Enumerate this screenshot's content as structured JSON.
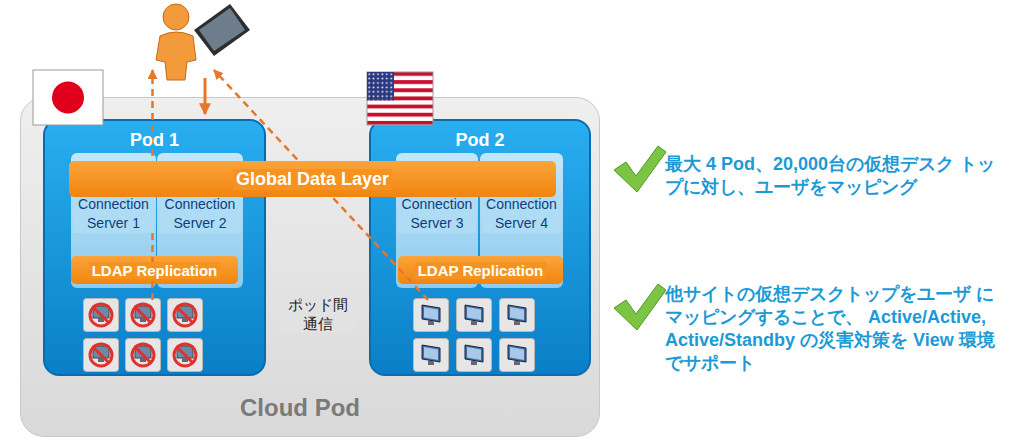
{
  "diagram": {
    "nodes": [
      {
        "text": [
          "Cloud Pod"
        ]
      },
      {
        "text": [
          "Pod 1"
        ],
        "in": 0
      },
      {
        "text": [
          "Global Data Layer"
        ],
        "in": 0
      },
      {
        "text": [
          "Connection Server 1"
        ],
        "in": 1
      },
      {
        "text": [
          "Connection Server 2"
        ],
        "in": 1
      },
      {
        "text": [
          "LDAP Replication"
        ],
        "in": 1
      },
      {
        "text": [
          "Pod 2"
        ],
        "in": 0
      },
      {
        "text": [
          "Connection Server 3"
        ],
        "in": 6
      },
      {
        "text": [
          "Connection Server 4"
        ],
        "in": 6
      },
      {
        "text": [
          "LDAP Replication"
        ],
        "in": 6
      }
    ],
    "edges": [
      {
        "from": 1,
        "to": 6,
        "arrow": "both",
        "label": "ポッド間 通信"
      }
    ],
    "labels": [
      "最大 4 Pod、20,000台の仮想デスク トップに対し、ユーザをマッピング",
      "他サイトの仮想デスクトップをユーザ にマッピングすることで、 Active/Active, Active/Standby の災害対策を View 環境でサポート"
    ]
  }
}
